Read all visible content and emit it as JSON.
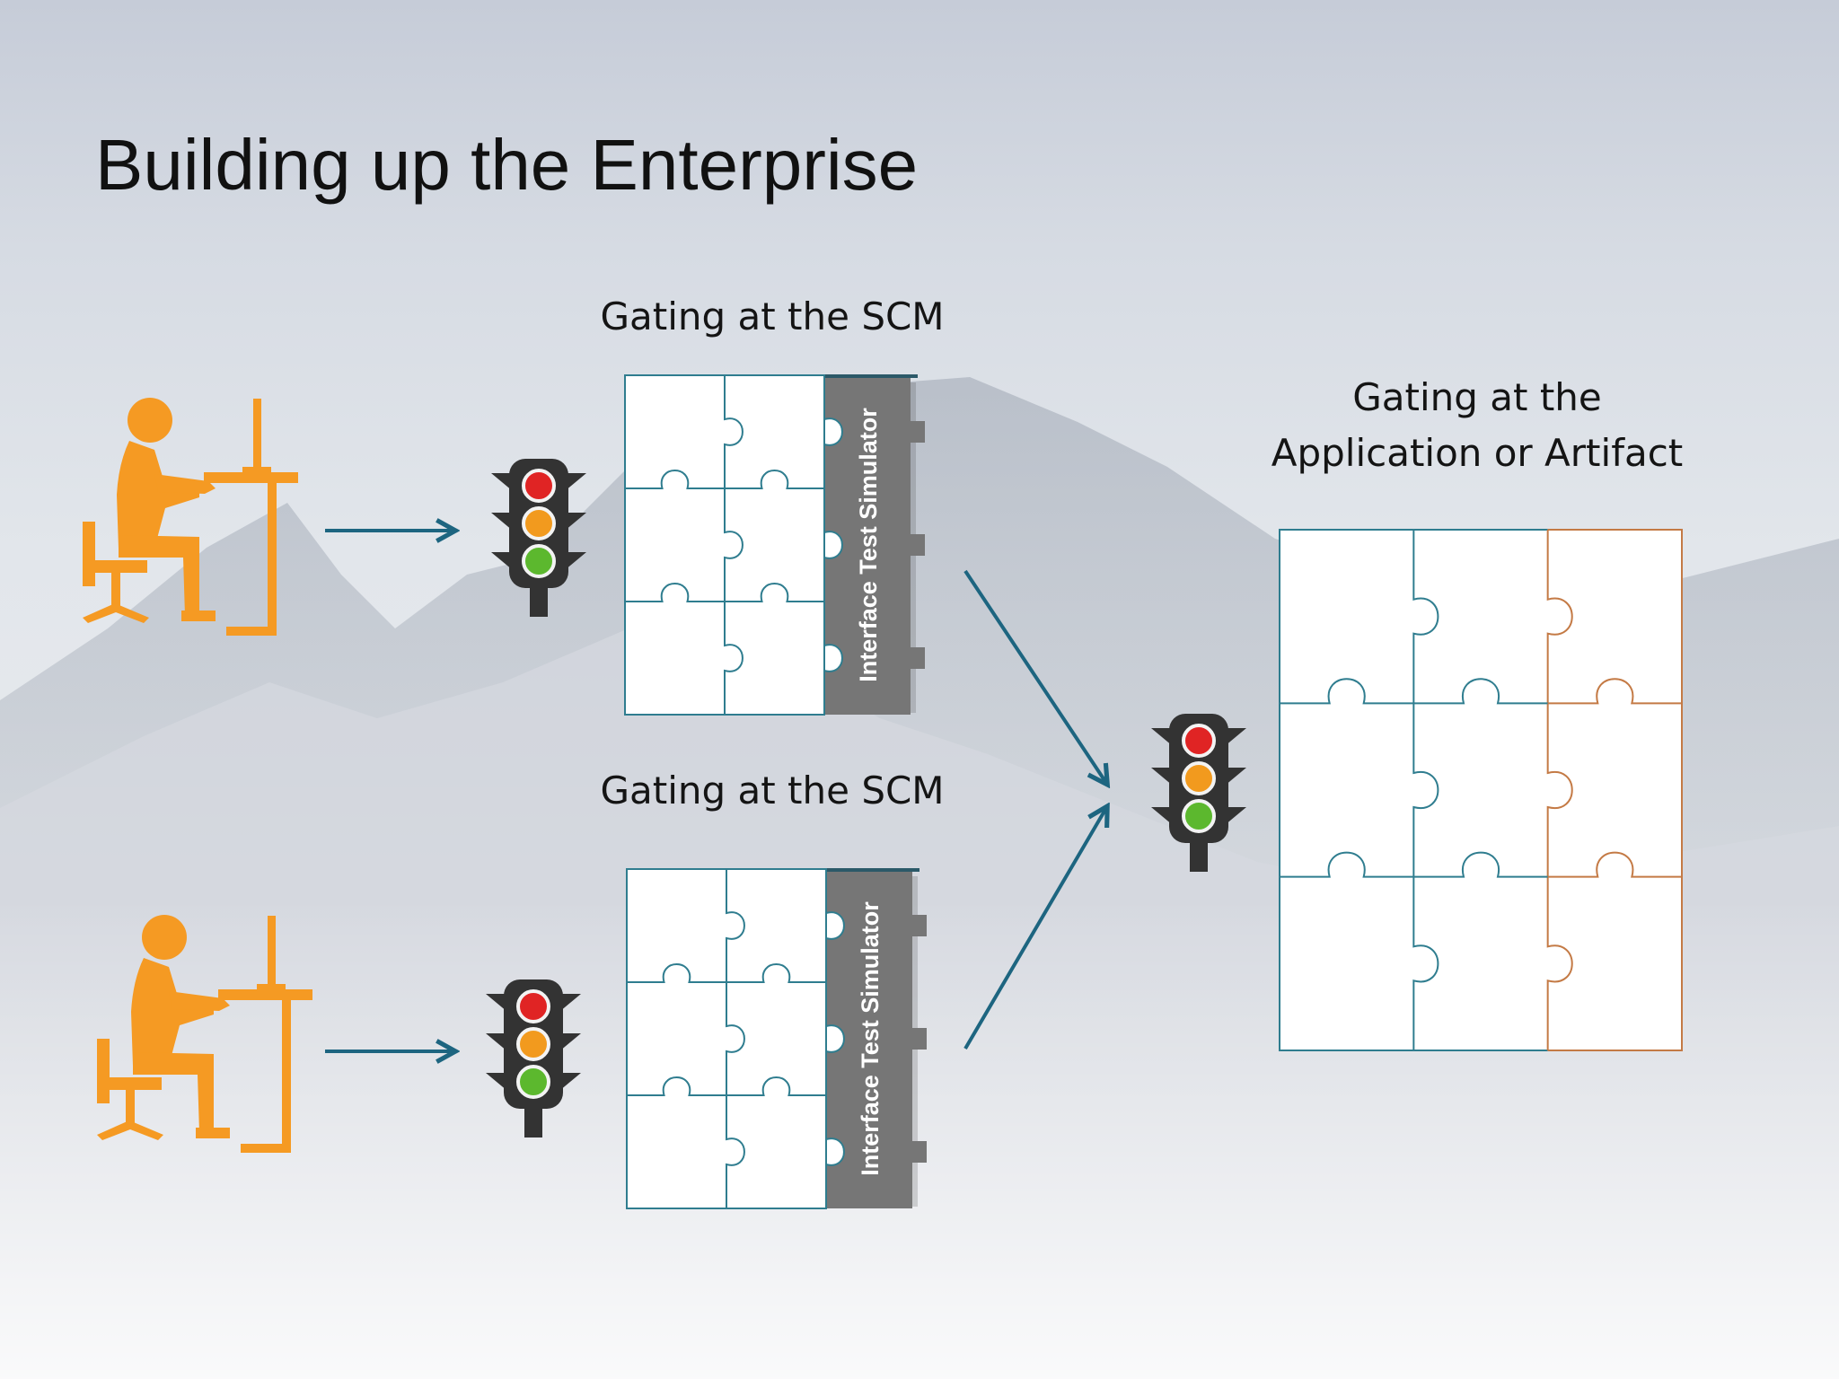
{
  "slide": {
    "title": "Building up the Enterprise",
    "labels": {
      "scm_gate_1": "Gating at the SCM",
      "scm_gate_2": "Gating at the SCM",
      "app_gate_line1": "Gating at the",
      "app_gate_line2": "Application or Artifact"
    },
    "simulator_label": "Interface Test Simulator"
  },
  "colors": {
    "developer": "#f59a23",
    "arrow": "#1d6580",
    "piece_stroke": "#2f7d8f",
    "piece_stroke_orange": "#c47a45",
    "simulator_fill": "#767676",
    "light_red": "#e02424",
    "light_amber": "#f29a1e",
    "light_green": "#5cb82e"
  },
  "icons": {
    "developer": "developer-at-desk-icon",
    "traffic_light": "traffic-light-icon"
  }
}
